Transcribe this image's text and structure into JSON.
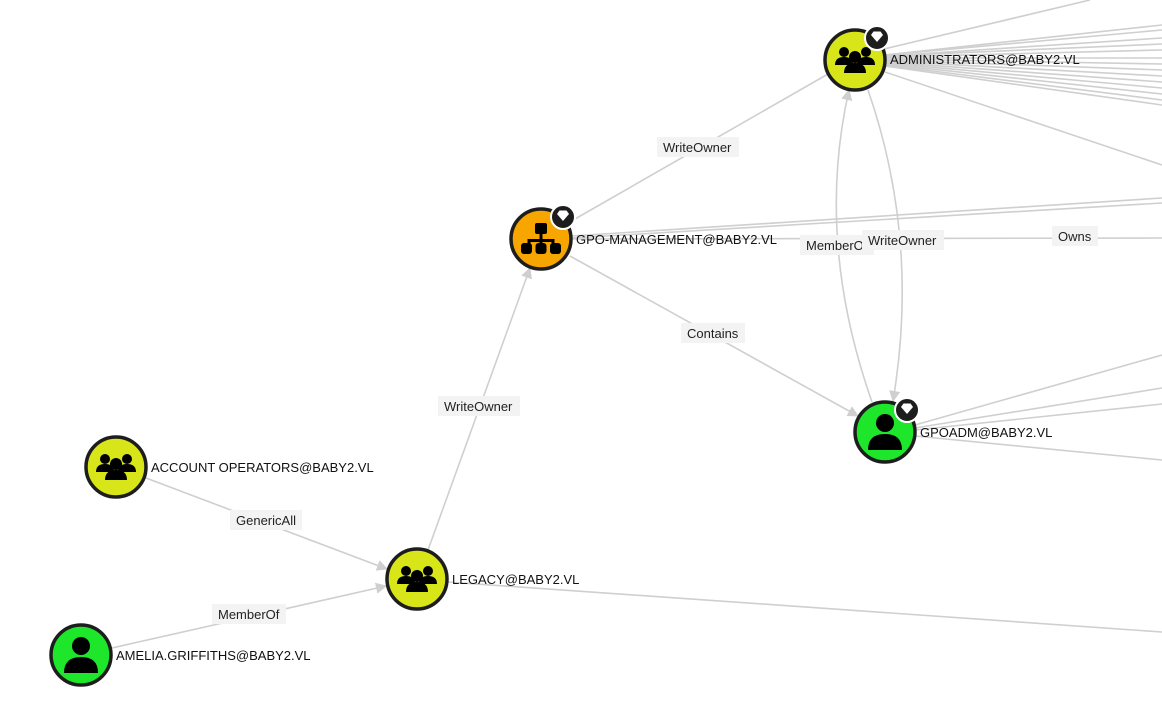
{
  "colors": {
    "group": "#d8e619",
    "user": "#1de62b",
    "ou": "#f7a600",
    "edge": "#cfcfcf"
  },
  "nodes": {
    "administrators": {
      "label": "ADMINISTRATORS@BABY2.VL",
      "type": "group",
      "icon": "group-icon",
      "highvalue": true
    },
    "gpo_management": {
      "label": "GPO-MANAGEMENT@BABY2.VL",
      "type": "ou",
      "icon": "ou-icon",
      "highvalue": true
    },
    "gpoadm": {
      "label": "GPOADM@BABY2.VL",
      "type": "user",
      "icon": "user-icon",
      "highvalue": true
    },
    "account_operators": {
      "label": "ACCOUNT OPERATORS@BABY2.VL",
      "type": "group",
      "icon": "group-icon"
    },
    "legacy": {
      "label": "LEGACY@BABY2.VL",
      "type": "group",
      "icon": "group-icon"
    },
    "amelia": {
      "label": "AMELIA.GRIFFITHS@BABY2.VL",
      "type": "user",
      "icon": "user-icon"
    }
  },
  "edges": {
    "gpo_to_admin": "WriteOwner",
    "gpo_contains_gpoadm": "Contains",
    "legacy_to_gpo": "WriteOwner",
    "accops_to_legacy": "GenericAll",
    "amelia_to_legacy": "MemberOf",
    "gpoadm_to_admin": "MemberOf",
    "admin_to_gpoadm": "WriteOwner",
    "owns": "Owns"
  }
}
